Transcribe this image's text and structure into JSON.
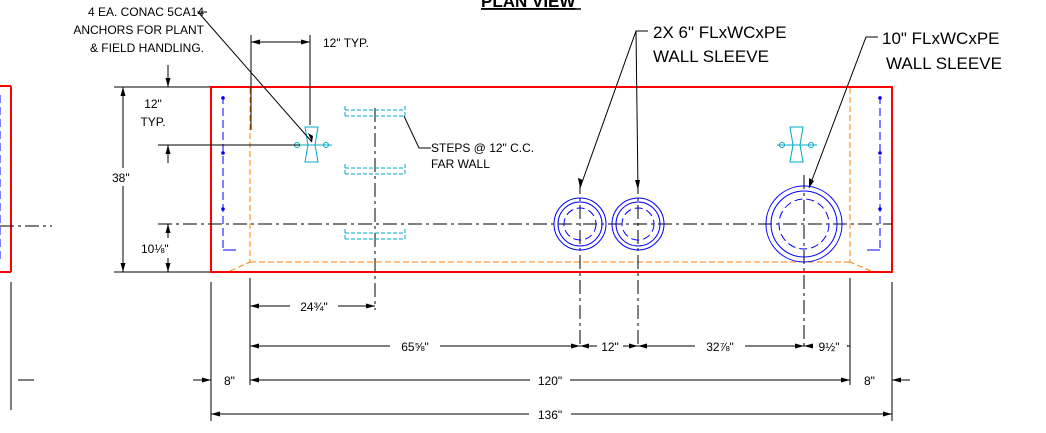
{
  "title": "PLAN VIEW",
  "notes": {
    "anchors_line1": "4 EA. CONAC 5CA14",
    "anchors_line2": "ANCHORS FOR PLANT",
    "anchors_line3": "& FIELD HANDLING.",
    "typ_spacing": "12\" TYP.",
    "steps_line1": "STEPS @ 12\" C.C.",
    "steps_line2": "FAR WALL",
    "sleeve6_line1": "2X 6\" FLxWCxPE",
    "sleeve6_line2": "WALL SLEEVE",
    "sleeve10_line1": "10\" FLxWCxPE",
    "sleeve10_line2": "WALL SLEEVE"
  },
  "dimensions": {
    "top_typ_line1": "12\"",
    "top_typ_line2": "TYP.",
    "height": "38\"",
    "bottom_offset": "10⅛\"",
    "steps_offset": "24¾\"",
    "sleeve_offset": "65⅝\"",
    "sleeve_spacing": "12\"",
    "sleeve10_offset": "32⅞\"",
    "sleeve10_end": "9½\"",
    "wall_left": "8\"",
    "inner_length": "120\"",
    "wall_right": "8\"",
    "overall_length": "136\""
  },
  "colors": {
    "outline": "#ff0000",
    "inner_wall": "#ff8000",
    "sleeves": "#0000ff",
    "anchors": "#00a8c8",
    "dimension": "#000000"
  }
}
